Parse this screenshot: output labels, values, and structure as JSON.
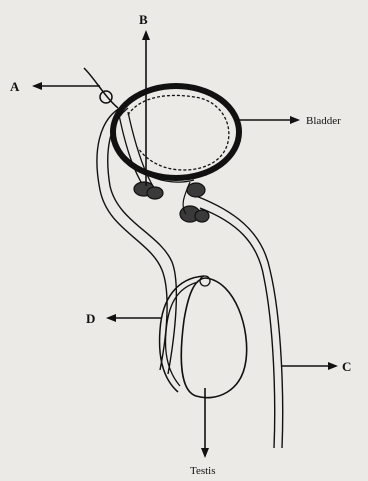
{
  "labels": {
    "a": "A",
    "b": "B",
    "bladder": "Bladder",
    "c": "C",
    "d": "D",
    "testis": "Testis"
  },
  "colors": {
    "background": "#eceae6",
    "ink": "#111111",
    "gland_fill": "#3a3a3a"
  }
}
